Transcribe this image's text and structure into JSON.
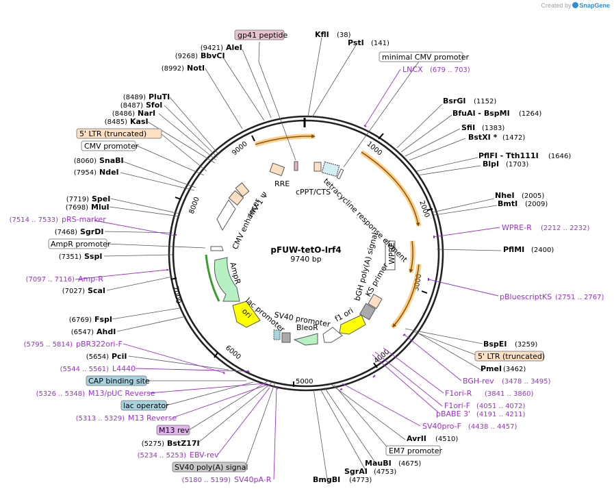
{
  "credit": {
    "prefix": "Created by",
    "brand": "SnapGene"
  },
  "plasmid": {
    "name": "pFUW-tetO-Irf4",
    "size": "9740 bp"
  },
  "ticks": [
    "1000",
    "2000",
    "3000",
    "4000",
    "5000",
    "6000",
    "7000",
    "8000",
    "9000"
  ],
  "features_boxed": [
    {
      "label": "gp41 peptide",
      "color": "#e6c3cf"
    },
    {
      "label": "minimal CMV promoter",
      "color": "#ffffff"
    },
    {
      "label": "5' LTR (truncated)",
      "color": "#fde0c4"
    },
    {
      "label": "CMV promoter",
      "color": "#ffffff"
    },
    {
      "label": "AmpR promoter",
      "color": "#ffffff"
    },
    {
      "label": "5' LTR (truncated)",
      "color": "#fde0c4"
    },
    {
      "label": "CAP binding site",
      "color": "#a7d3e0"
    },
    {
      "label": "lac operator",
      "color": "#a7d3e0"
    },
    {
      "label": "M13 rev",
      "color": "#e2b3ef"
    },
    {
      "label": "EM7 promoter",
      "color": "#ffffff"
    },
    {
      "label": "SV40 poly(A) signal",
      "color": "#c8c8c8"
    }
  ],
  "enzymes_right": [
    {
      "name": "KflI",
      "pos": "(38)"
    },
    {
      "name": "PstI",
      "pos": "(141)"
    },
    {
      "name": "BsrGI",
      "pos": "(1152)"
    },
    {
      "name": "BfuAI  - BspMI",
      "pos": "(1264)"
    },
    {
      "name": "SfiI",
      "pos": "(1383)"
    },
    {
      "name": "BstXI *",
      "pos": "(1472)"
    },
    {
      "name": "PflFI  - Tth111I",
      "pos": "(1646)"
    },
    {
      "name": "BlpI",
      "pos": "(1703)"
    },
    {
      "name": "NheI",
      "pos": "(2005)"
    },
    {
      "name": "BmtI",
      "pos": "(2009)"
    },
    {
      "name": "PflMI",
      "pos": "(2400)"
    },
    {
      "name": "BspEI",
      "pos": "(3259)"
    },
    {
      "name": "PmeI",
      "pos": "(3462)"
    },
    {
      "name": "AvrII",
      "pos": "(4510)"
    },
    {
      "name": "MauBI",
      "pos": "(4675)"
    },
    {
      "name": "SgrAI",
      "pos": "(4753)"
    },
    {
      "name": "BmgBI",
      "pos": "(4773)"
    }
  ],
  "enzymes_left": [
    {
      "name": "AleI",
      "pos": "(9421)"
    },
    {
      "name": "BbvCI",
      "pos": "(9268)"
    },
    {
      "name": "NotI",
      "pos": "(8992)"
    },
    {
      "name": "PluTI",
      "pos": "(8489)"
    },
    {
      "name": "SfoI",
      "pos": "(8487)"
    },
    {
      "name": "NarI",
      "pos": "(8486)"
    },
    {
      "name": "KasI",
      "pos": "(8485)"
    },
    {
      "name": "SnaBI",
      "pos": "(8060)"
    },
    {
      "name": "NdeI",
      "pos": "(7954)"
    },
    {
      "name": "SpeI",
      "pos": "(7719)"
    },
    {
      "name": "MluI",
      "pos": "(7698)"
    },
    {
      "name": "SgrDI",
      "pos": "(7468)"
    },
    {
      "name": "SspI",
      "pos": "(7351)"
    },
    {
      "name": "ScaI",
      "pos": "(7027)"
    },
    {
      "name": "FspI",
      "pos": "(6769)"
    },
    {
      "name": "AhdI",
      "pos": "(6547)"
    },
    {
      "name": "PciI",
      "pos": "(5654)"
    },
    {
      "name": "BstZ17I",
      "pos": "(5275)"
    }
  ],
  "primers": [
    {
      "name": "LNCX",
      "pos": "(679 .. 703)"
    },
    {
      "name": "WPRE-R",
      "pos": "(2212 .. 2232)"
    },
    {
      "name": "pBluescriptKS",
      "pos": "(2751 .. 2767)"
    },
    {
      "name": "BGH-rev",
      "pos": "(3478 .. 3495)"
    },
    {
      "name": "F1ori-R",
      "pos": "(3841 .. 3860)"
    },
    {
      "name": "F1ori-F",
      "pos": "(4051 .. 4072)"
    },
    {
      "name": "pBABE 3'",
      "pos": "(4191 .. 4211)"
    },
    {
      "name": "SV40pro-F",
      "pos": "(4438 .. 4457)"
    },
    {
      "name": "pRS-marker",
      "pos": "(7514 .. 7533)"
    },
    {
      "name": "Amp-R",
      "pos": "(7097 .. 7116)"
    },
    {
      "name": "pBR322ori-F",
      "pos": "(5795 .. 5814)"
    },
    {
      "name": "L4440",
      "pos": "(5544 .. 5561)"
    },
    {
      "name": "M13/pUC Reverse",
      "pos": "(5326 .. 5348)"
    },
    {
      "name": "M13 Reverse",
      "pos": "(5313 .. 5329)"
    },
    {
      "name": "EBV-rev",
      "pos": "(5234 .. 5253)"
    },
    {
      "name": "SV40pA-R",
      "pos": "(5180 .. 5199)"
    }
  ],
  "inner_labels": [
    "RRE",
    "cPPT/CTS",
    "tetracycline response element",
    "HIV-1 Ψ",
    "CMV enhancer",
    "WPRE",
    "AmpR",
    "bGH poly(A) signal",
    "KS primer",
    "lac promoter",
    "ori",
    "SV40 promoter",
    "BleoR",
    "f1 ori"
  ],
  "colors": {
    "primer": "#9b30d0",
    "orf_orange": "#f5a623",
    "amp_green": "#b7f0c3",
    "ori_yellow": "#ffff00"
  }
}
